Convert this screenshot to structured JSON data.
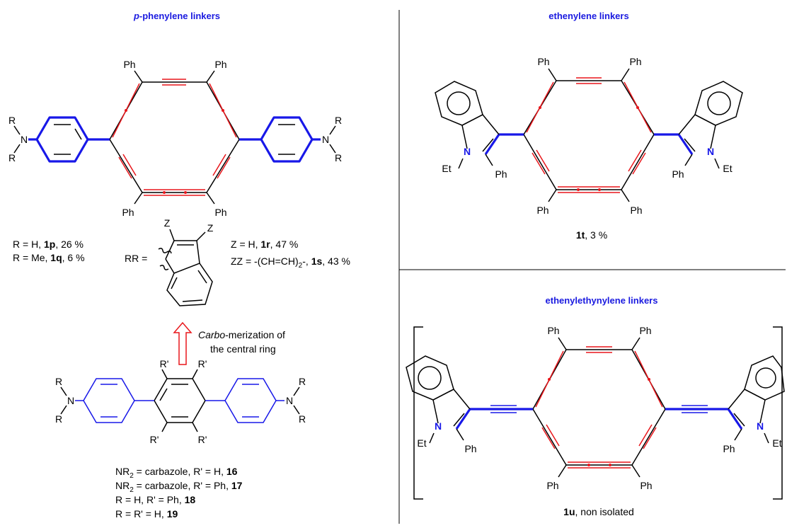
{
  "panels": {
    "p_phenylene": {
      "title_italic": "p",
      "title_rest": "-phenylene linkers",
      "captions": [
        {
          "pre": "R = H, ",
          "bold": "1p",
          "post": ", 26 %"
        },
        {
          "pre": "R = Me, ",
          "bold": "1q",
          "post": ", 6 %"
        }
      ],
      "rr_label": "RR =",
      "z_captions": [
        {
          "pre": "Z = H, ",
          "bold": "1r",
          "post": ", 47 %"
        },
        {
          "pre": "ZZ = -(CH=CH)",
          "sub": "2",
          "mid": "-, ",
          "bold": "1s",
          "post": ", 43 %"
        }
      ],
      "arrow_text": {
        "italic": "Carbo",
        "rest1": "-merization of",
        "rest2": "the central ring"
      },
      "precursor_captions": [
        {
          "pre": "NR",
          "sub": "2",
          "mid": " = carbazole, R' = H, ",
          "bold": "16"
        },
        {
          "pre": "NR",
          "sub": "2",
          "mid": " = carbazole, R' = Ph, ",
          "bold": "17"
        },
        {
          "pre": "R = H, R' = Ph, ",
          "bold": "18"
        },
        {
          "pre": "R = R' = H, ",
          "bold": "19"
        }
      ]
    },
    "ethenylene": {
      "title": "ethenylene linkers",
      "caption": {
        "bold": "1t",
        "post": ", 3 %"
      }
    },
    "ethenylethynylene": {
      "title": "ethenylethynylene linkers",
      "caption": {
        "bold": "1u",
        "post": ", non isolated"
      }
    }
  },
  "atoms": {
    "ph": "Ph",
    "r": "R",
    "rp": "R'",
    "n": "N",
    "et": "Et",
    "z": "Z"
  },
  "colors": {
    "linker_blue": "#1818e8",
    "ring_red": "#e8161b",
    "title_blue": "#1a1ae0"
  }
}
